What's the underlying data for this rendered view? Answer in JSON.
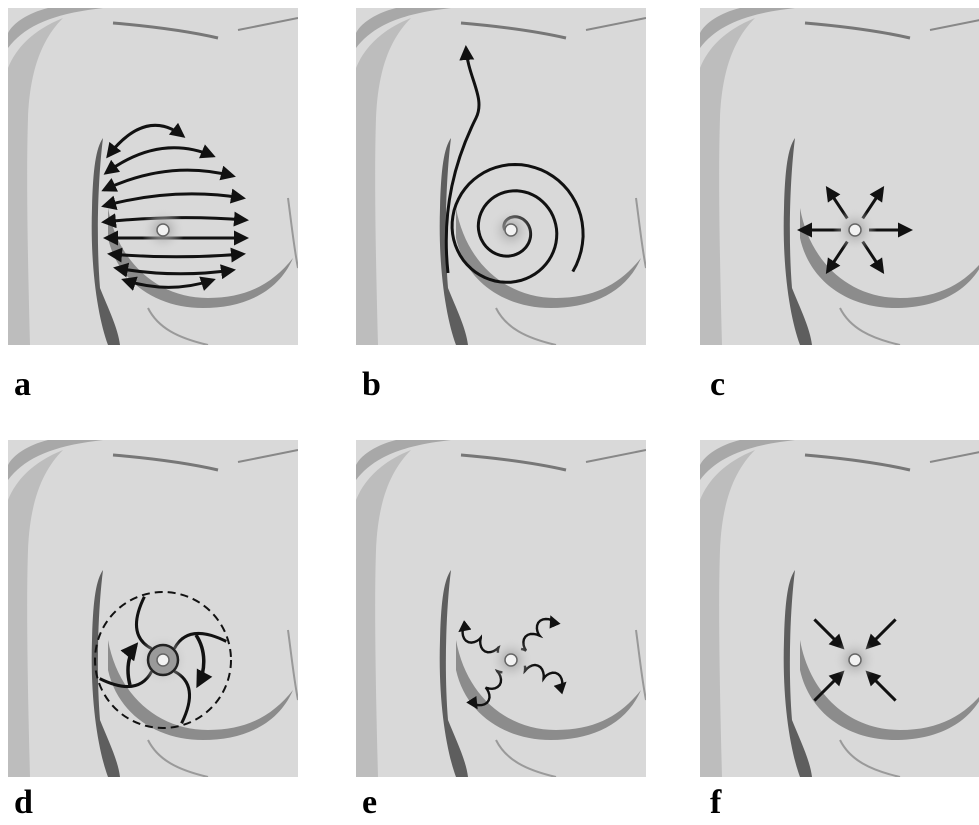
{
  "panels": [
    {
      "id": "a",
      "label": "a",
      "pattern": "vertical-strip-lines"
    },
    {
      "id": "b",
      "label": "b",
      "pattern": "spiral"
    },
    {
      "id": "c",
      "label": "c",
      "pattern": "radial-outward"
    },
    {
      "id": "d",
      "label": "d",
      "pattern": "circular-rotation"
    },
    {
      "id": "e",
      "label": "e",
      "pattern": "coiled-radial"
    },
    {
      "id": "f",
      "label": "f",
      "pattern": "radial-inward"
    }
  ],
  "colors": {
    "background": "#ffffff",
    "skin": "#d9d9d9",
    "shadow": "#8c8c8c",
    "dark_shadow": "#5e5e5e",
    "arrow": "#111111",
    "nipple_glow": "#9a9a9a"
  }
}
